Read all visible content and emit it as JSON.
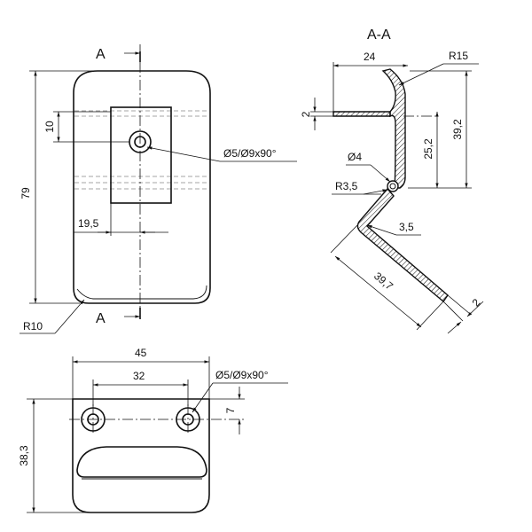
{
  "front_view": {
    "section_label_top": "A",
    "section_label_bottom": "A",
    "dim_height": "79",
    "dim_slot_offset": "10",
    "dim_hole_x": "19,5",
    "dim_hole_spec": "Ø5/Ø9x90°",
    "dim_corner_radius": "R10"
  },
  "section_view": {
    "title": "A-A",
    "dim_top_width": "24",
    "dim_top_radius": "R15",
    "dim_thickness_top": "2",
    "dim_height_total": "39,2",
    "dim_height_inner": "25,2",
    "dim_pin_diameter": "Ø4",
    "dim_bend_radius": "R3,5",
    "dim_gap": "3,5",
    "dim_leg_length": "39,7",
    "dim_thickness_leg": "2"
  },
  "bottom_view": {
    "dim_width_total": "45",
    "dim_hole_spacing": "32",
    "dim_hole_spec": "Ø5/Ø9x90°",
    "dim_hole_offset": "7",
    "dim_height": "38,3"
  }
}
